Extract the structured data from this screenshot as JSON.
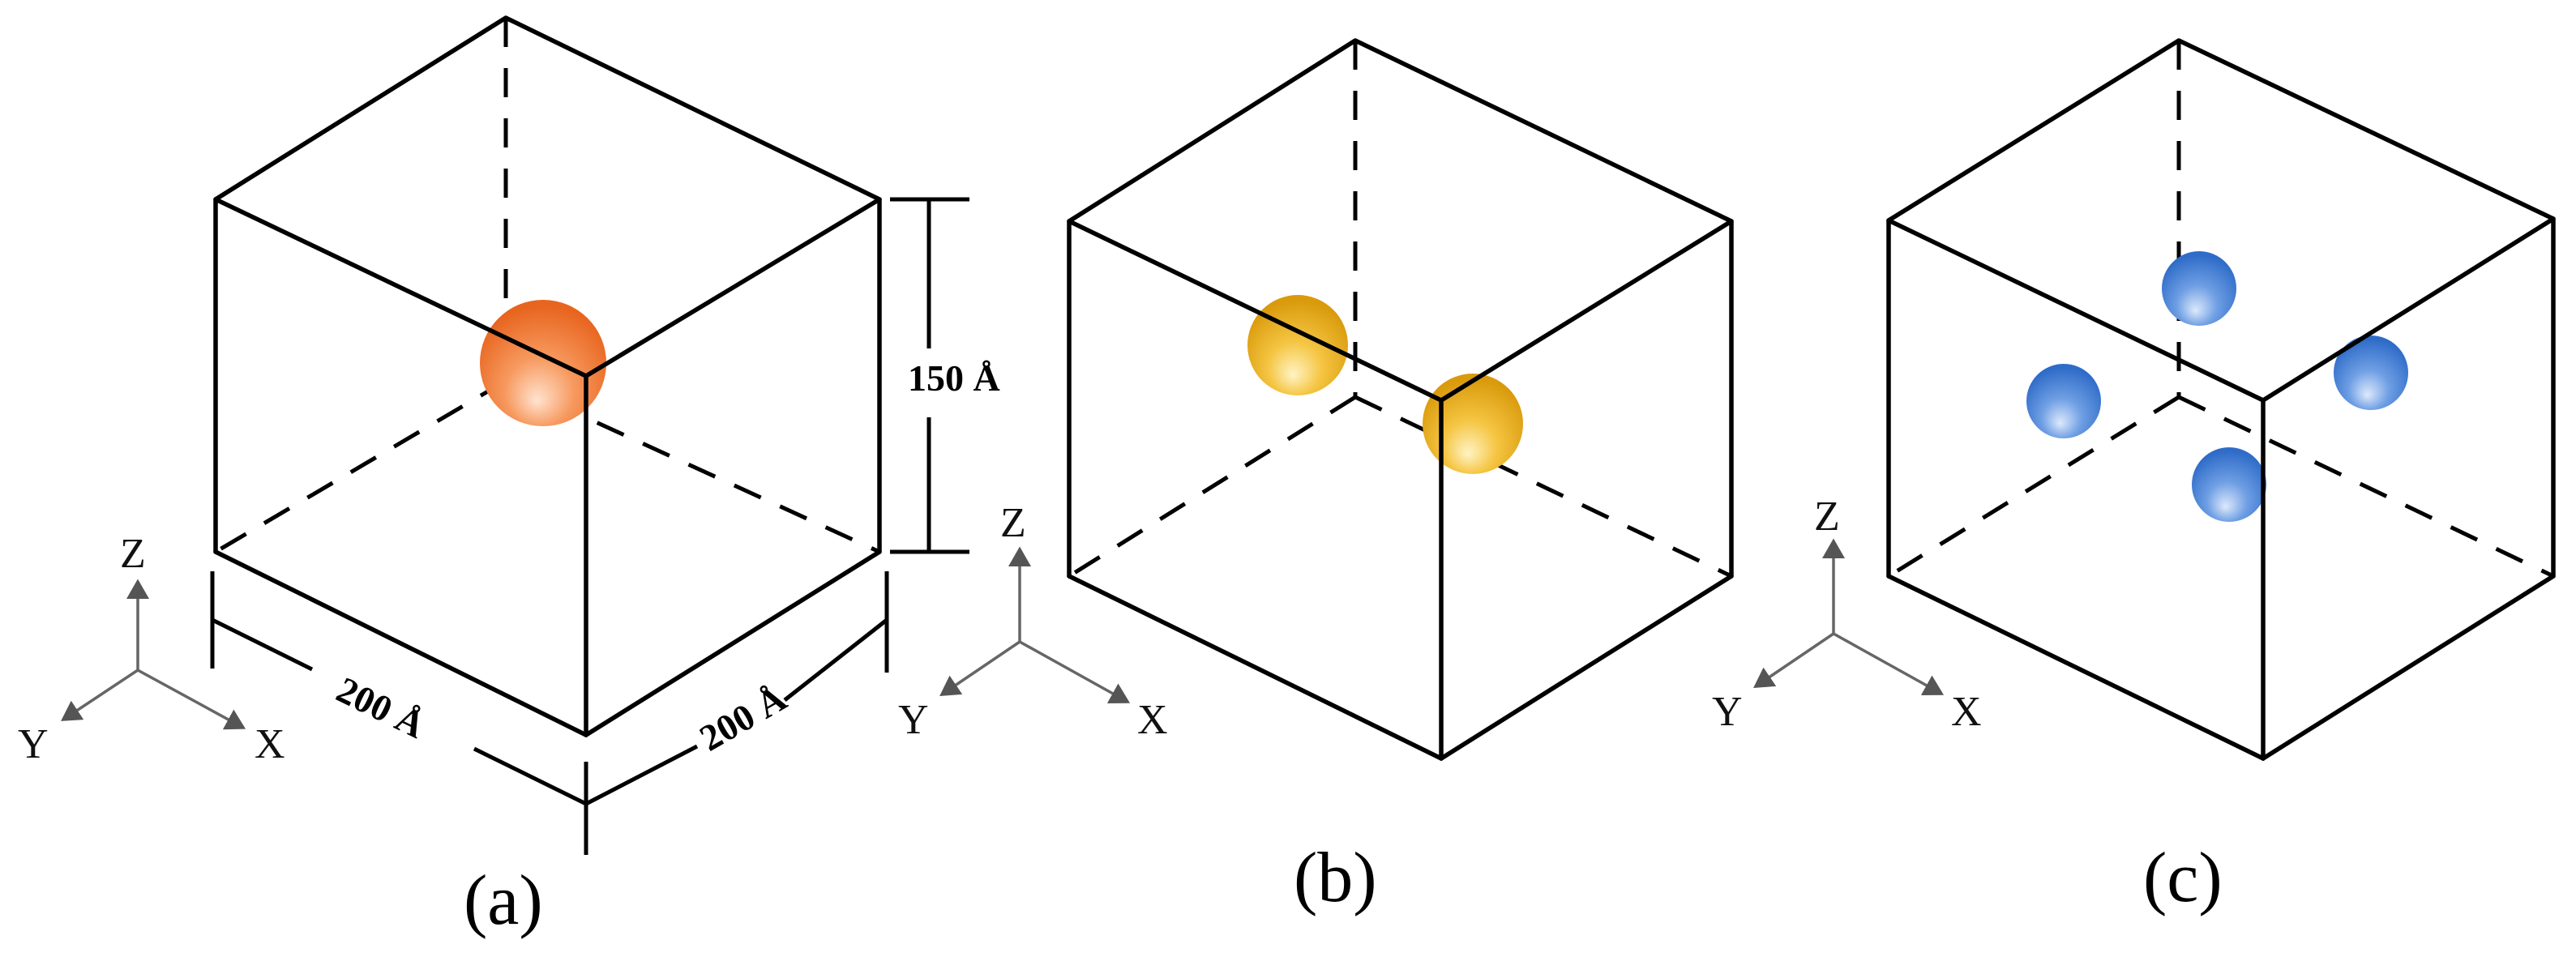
{
  "panels": [
    {
      "caption": "(a)",
      "particles": 1,
      "particle_color": "#f07a3a",
      "axes": {
        "z": "Z",
        "y": "Y",
        "x": "X"
      },
      "dimensions": {
        "height": "150 Å",
        "width_left": "200 Å",
        "width_right": "200 Å"
      }
    },
    {
      "caption": "(b)",
      "particles": 2,
      "particle_color": "#f0b020",
      "axes": {
        "z": "Z",
        "y": "Y",
        "x": "X"
      }
    },
    {
      "caption": "(c)",
      "particles": 4,
      "particle_color": "#3f7fd6",
      "axes": {
        "z": "Z",
        "y": "Y",
        "x": "X"
      }
    }
  ]
}
